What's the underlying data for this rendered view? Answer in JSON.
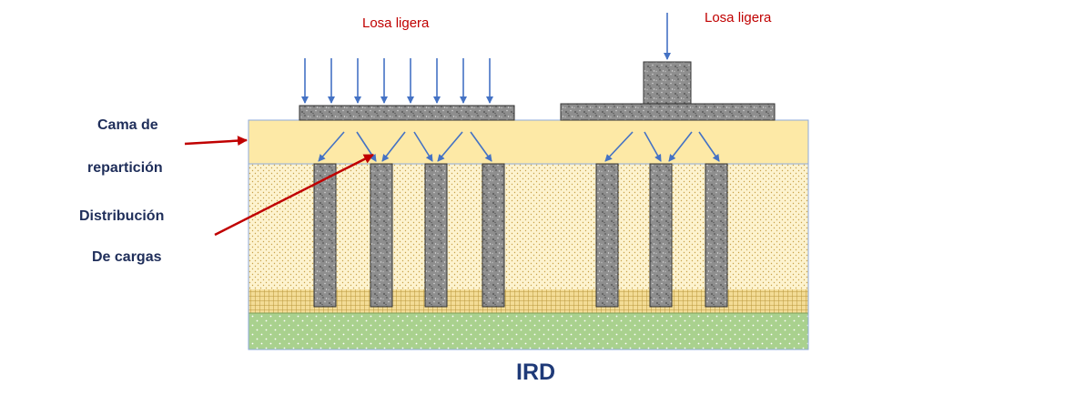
{
  "labels": {
    "slab_left": "Losa ligera",
    "slab_right": "Losa ligera",
    "bed_line1": "Cama de",
    "bed_line2": "repartición",
    "dist_line1": "Distribución",
    "dist_line2": "De cargas",
    "caption": "IRD"
  },
  "colors": {
    "slab_label": "#c00000",
    "side_label": "#1f2e5a",
    "pointer_arrow": "#c00000",
    "load_arrow": "#4472c4",
    "bed": "#fde9a6",
    "soil": "#fdf3cf",
    "dense_layer": "#f1d78f",
    "base_layer": "#a9d18e",
    "concrete": "#8c8c8c"
  }
}
